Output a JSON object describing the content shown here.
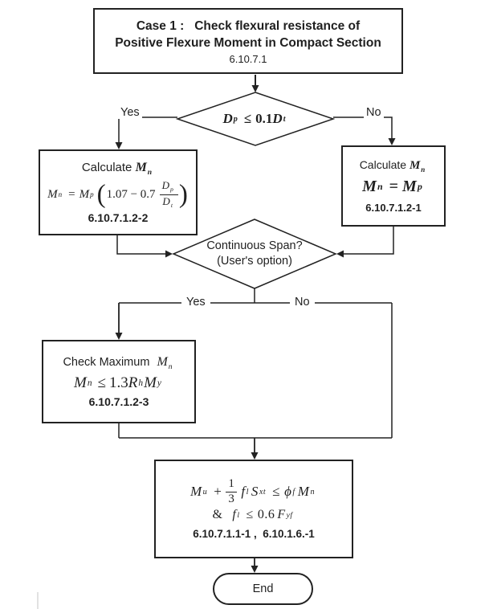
{
  "colors": {
    "background": "#ffffff",
    "line": "#222222",
    "text": "#1f1f1f"
  },
  "title_box": {
    "line1": "Case 1 :   Check flexural resistance of",
    "line2": "Positive Flexure Moment in Compact Section",
    "ref": "6.10.7.1"
  },
  "decision1": {
    "lhs_var": "D",
    "lhs_sub": "p",
    "op": "≤",
    "coef": "0.1",
    "rhs_var": "D",
    "rhs_sub": "t",
    "yes": "Yes",
    "no": "No"
  },
  "calc_left": {
    "label": "Calculate",
    "mvar": "M",
    "msub": "n",
    "lhs": "M",
    "lhs_sub": "n",
    "eq": "=",
    "rhs": "M",
    "rhs_sub": "p",
    "lparen": "(",
    "inner": "1.07 − 0.7",
    "num": "D",
    "num_sub": "p",
    "den": "D",
    "den_sub": "t",
    "rparen": ")",
    "ref": "6.10.7.1.2-2"
  },
  "calc_right": {
    "label": "Calculate",
    "mvar": "M",
    "msub": "n",
    "lhs": "M",
    "lhs_sub": "n",
    "eq": "=",
    "rhs": "M",
    "rhs_sub": "p",
    "ref": "6.10.7.1.2-1"
  },
  "decision2": {
    "line1": "Continuous Span?",
    "line2": "(User's option)",
    "yes": "Yes",
    "no": "No"
  },
  "check_box": {
    "label": "Check Maximum",
    "mvar": "M",
    "msub": "n",
    "lhs": "M",
    "lhs_sub": "n",
    "op": "≤",
    "coef": "1.3",
    "r": "R",
    "r_sub": "h",
    "m": "M",
    "m_sub": "y",
    "ref": "6.10.7.1.2-3"
  },
  "final_box": {
    "m": "M",
    "m_sub": "u",
    "plus": "+",
    "frac_num": "1",
    "frac_den": "3",
    "f": "f",
    "f_sub": "l",
    "s": "S",
    "s_sub": "xt",
    "op": "≤",
    "phi": "ϕ",
    "phi_sub": "f",
    "mn": "M",
    "mn_sub": "n",
    "amp": "&",
    "f2": "f",
    "f2_sub": "l",
    "op2": "≤",
    "coef": "0.6",
    "fy": "F",
    "fy_sub": "yf",
    "ref": "6.10.7.1.1-1 ,  6.10.1.6.-1"
  },
  "end_node": {
    "label": "End"
  }
}
